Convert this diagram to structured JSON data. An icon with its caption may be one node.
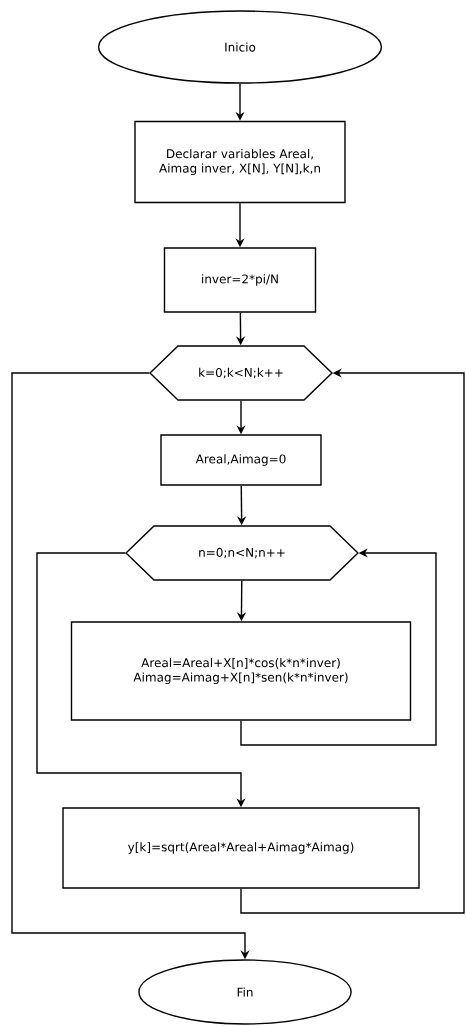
{
  "diagram": {
    "nodes": [
      {
        "text": [
          "Inicio"
        ]
      },
      {
        "text": [
          "Declarar variables Areal, Aimag inver, X[N], Y[N],k,n"
        ]
      },
      {
        "text": [
          "inver=2*pi/N"
        ]
      },
      {
        "text": [
          "k=0;k<N;k++"
        ]
      },
      {
        "text": [
          "Areal,Aimag=0"
        ]
      },
      {
        "text": [
          "n=0;n<N;n++"
        ]
      },
      {
        "text": [
          "Areal=Areal+X[n]*cos(k*n*inver) Aimag=Aimag+X[n]*sen(k*n*inver)"
        ]
      },
      {
        "text": [
          "y[k]=sqrt(Areal*Areal+Aimag*Aimag)"
        ]
      },
      {
        "text": [
          "Fin"
        ]
      }
    ],
    "edges": [
      {
        "from": 0,
        "to": 1,
        "arrow": "to"
      },
      {
        "from": 1,
        "to": 2,
        "arrow": "to"
      },
      {
        "from": 2,
        "to": 3,
        "arrow": "to"
      },
      {
        "from": 3,
        "to": 4,
        "arrow": "to"
      },
      {
        "from": 4,
        "to": 5,
        "arrow": "to"
      },
      {
        "from": 5,
        "to": 6,
        "arrow": "to"
      },
      {
        "from": 6,
        "to": 5,
        "arrow": "to"
      },
      {
        "from": 5,
        "to": 7,
        "arrow": "to"
      },
      {
        "from": 7,
        "to": 3,
        "arrow": "to"
      },
      {
        "from": 3,
        "to": 8,
        "arrow": "to"
      }
    ]
  }
}
